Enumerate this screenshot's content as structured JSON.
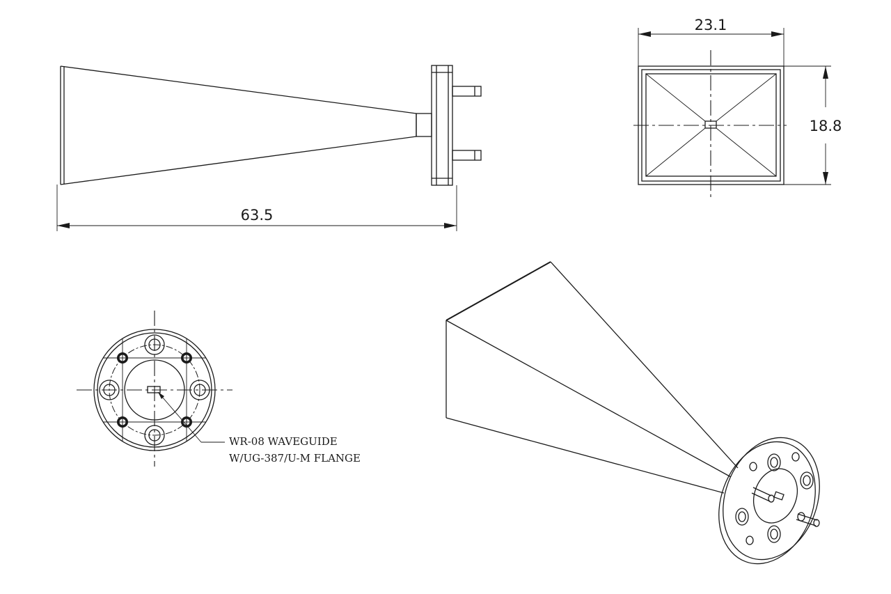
{
  "dimensions": {
    "length": "63.5",
    "width": "23.1",
    "height": "18.8"
  },
  "callout": {
    "line1": "WR-08 WAVEGUIDE",
    "line2": "W/UG-387/U-M FLANGE"
  }
}
